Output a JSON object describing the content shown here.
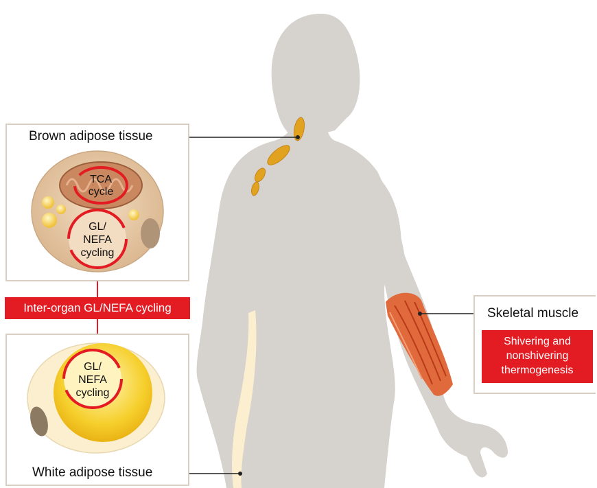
{
  "labels": {
    "brown_adipose": "Brown adipose tissue",
    "white_adipose": "White adipose tissue",
    "skeletal_muscle": "Skeletal muscle",
    "inter_organ": "Inter-organ GL/NEFA cycling"
  },
  "thermogenesis_box": {
    "line1": "Shivering and",
    "line2": "nonshivering",
    "line3": "thermogenesis"
  },
  "brown_cell": {
    "tca_line1": "TCA",
    "tca_line2": "cycle",
    "cycle_line1": "GL/",
    "cycle_line2": "NEFA",
    "cycle_line3": "cycling"
  },
  "white_cell": {
    "cycle_line1": "GL/",
    "cycle_line2": "NEFA",
    "cycle_line3": "cycling"
  },
  "colors": {
    "silhouette": "#d6d2cd",
    "accent_red": "#e31b23",
    "brown_fat": "#e0a21f",
    "white_fat": "#fbefcf",
    "muscle": "#e06a3c",
    "panel_border": "#d8cfc2"
  }
}
